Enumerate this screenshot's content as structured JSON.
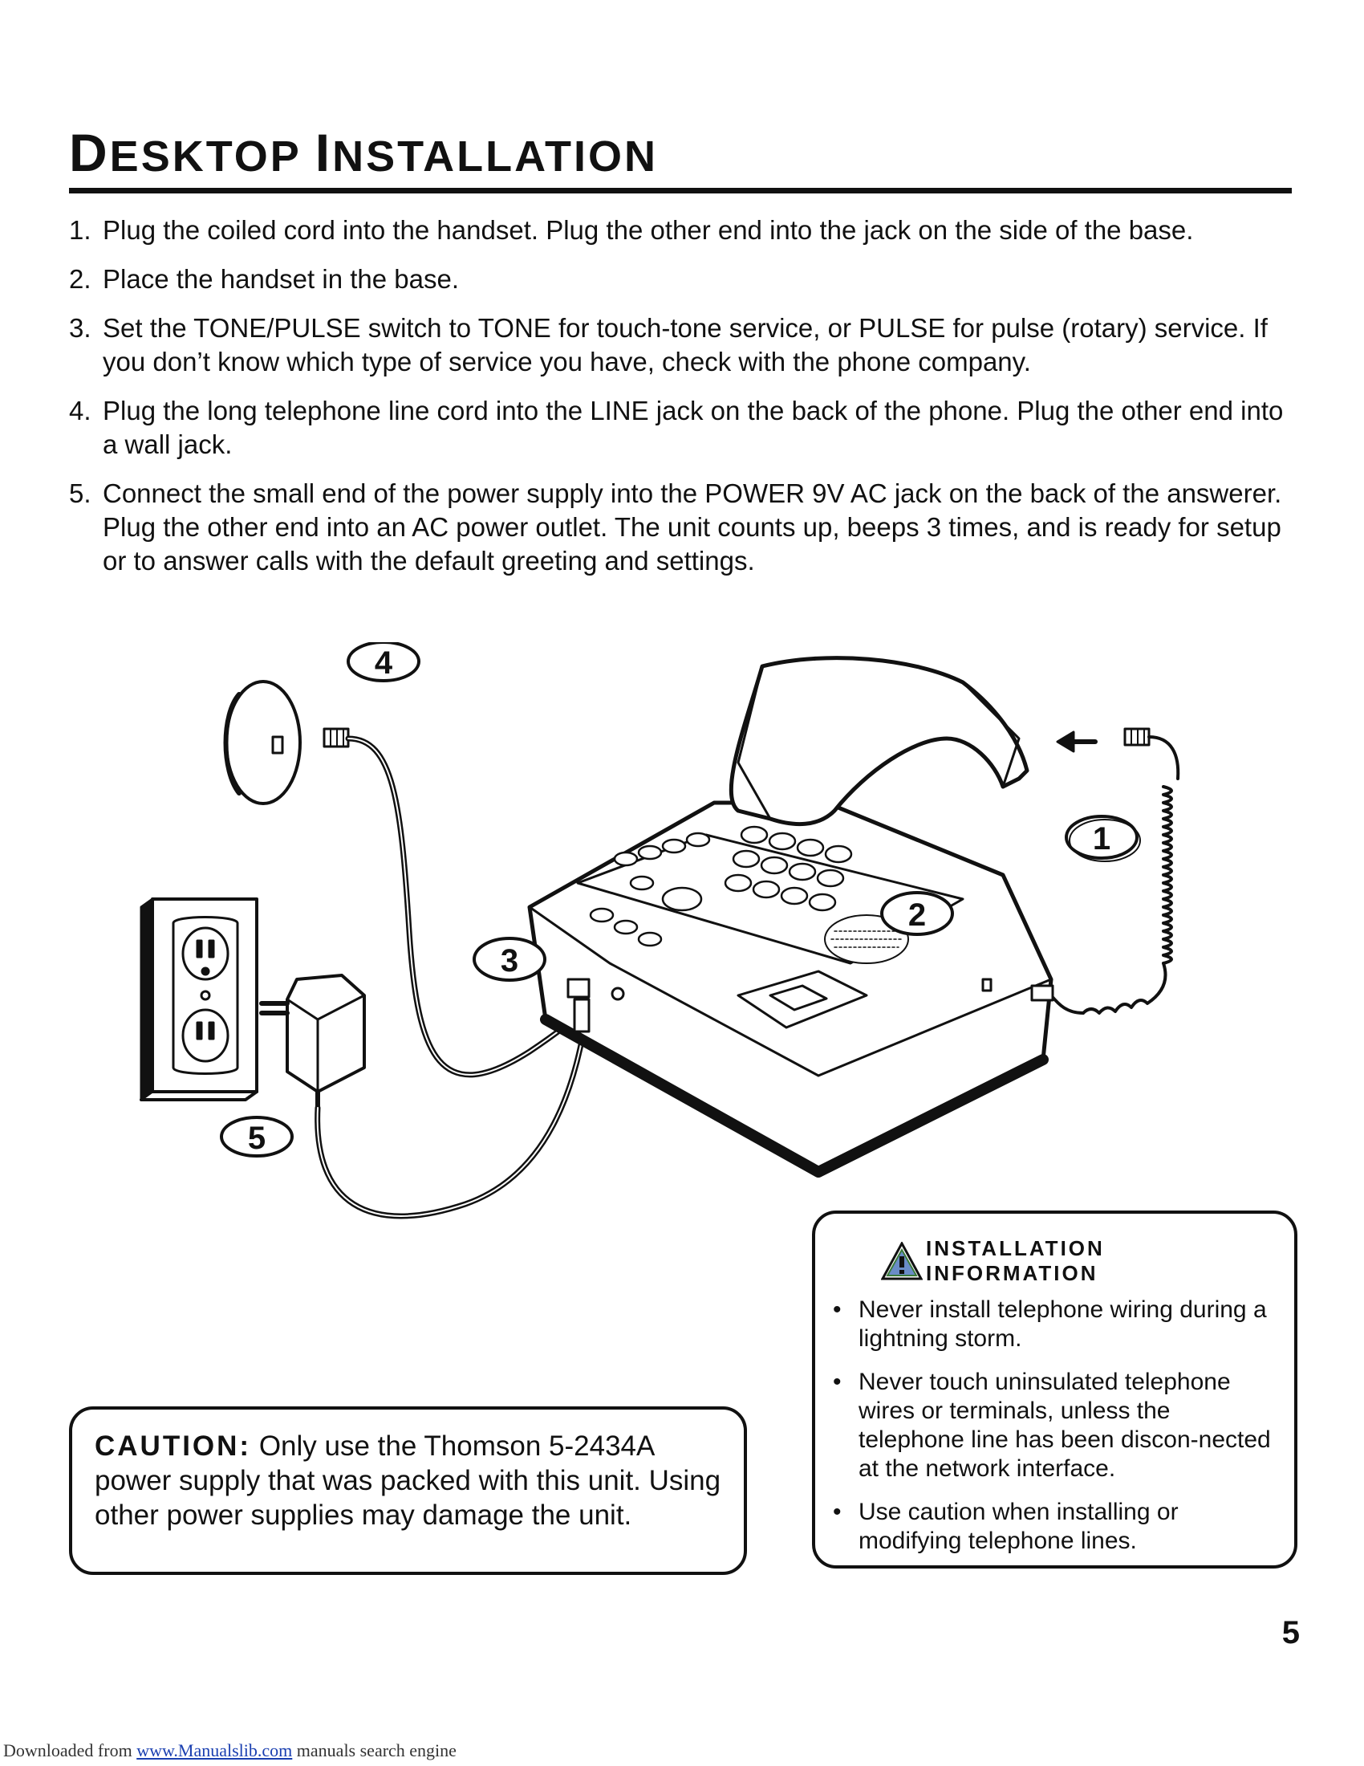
{
  "title": {
    "first_big": "D",
    "first_rest": "ESKTOP ",
    "second_big": "I",
    "second_rest": "NSTALLATION"
  },
  "steps": [
    {
      "num": "1.",
      "text": "Plug the coiled cord into the handset. Plug the other end into the jack on the side of the base."
    },
    {
      "num": "2.",
      "text": "Place the handset in the base."
    },
    {
      "num": "3.",
      "text": "Set the TONE/PULSE switch to TONE for touch-tone service, or PULSE for pulse (rotary) service. If you don’t know which type of service you have, check with the phone company."
    },
    {
      "num": "4.",
      "text": "Plug the long telephone line cord into the LINE jack on the back of the phone. Plug the other end into a wall jack."
    },
    {
      "num": "5.",
      "text": "Connect the small end of the power supply into the POWER 9V AC jack on the back of the answerer. Plug the other end into an AC power outlet. The unit counts up, beeps 3 times, and is ready for setup or to answer calls with the default greeting and settings."
    }
  ],
  "callouts": {
    "c1": "1",
    "c2": "2",
    "c3": "3",
    "c4": "4",
    "c5": "5"
  },
  "info_box": {
    "heading": "INSTALLATION INFORMATION",
    "bullet": "•",
    "items": [
      "Never install telephone wiring during a lightning storm.",
      "Never touch uninsulated telephone wires or terminals, unless the telephone line has been discon-nected at the network interface.",
      "Use caution when installing or modifying telephone lines."
    ]
  },
  "caution": {
    "label": "CAUTION:",
    "text": " Only use the Thomson 5-2434A power supply that was packed with this unit. Using other power supplies may damage the unit."
  },
  "page_number": "5",
  "footer": {
    "prefix": "Downloaded from ",
    "link": "www.Manualslib.com",
    "suffix": "  manuals search engine"
  },
  "icons": [
    "wall-jack-icon",
    "power-outlet-icon",
    "power-adapter-icon",
    "telephone-base-icon",
    "handset-icon",
    "warning-triangle-icon"
  ]
}
